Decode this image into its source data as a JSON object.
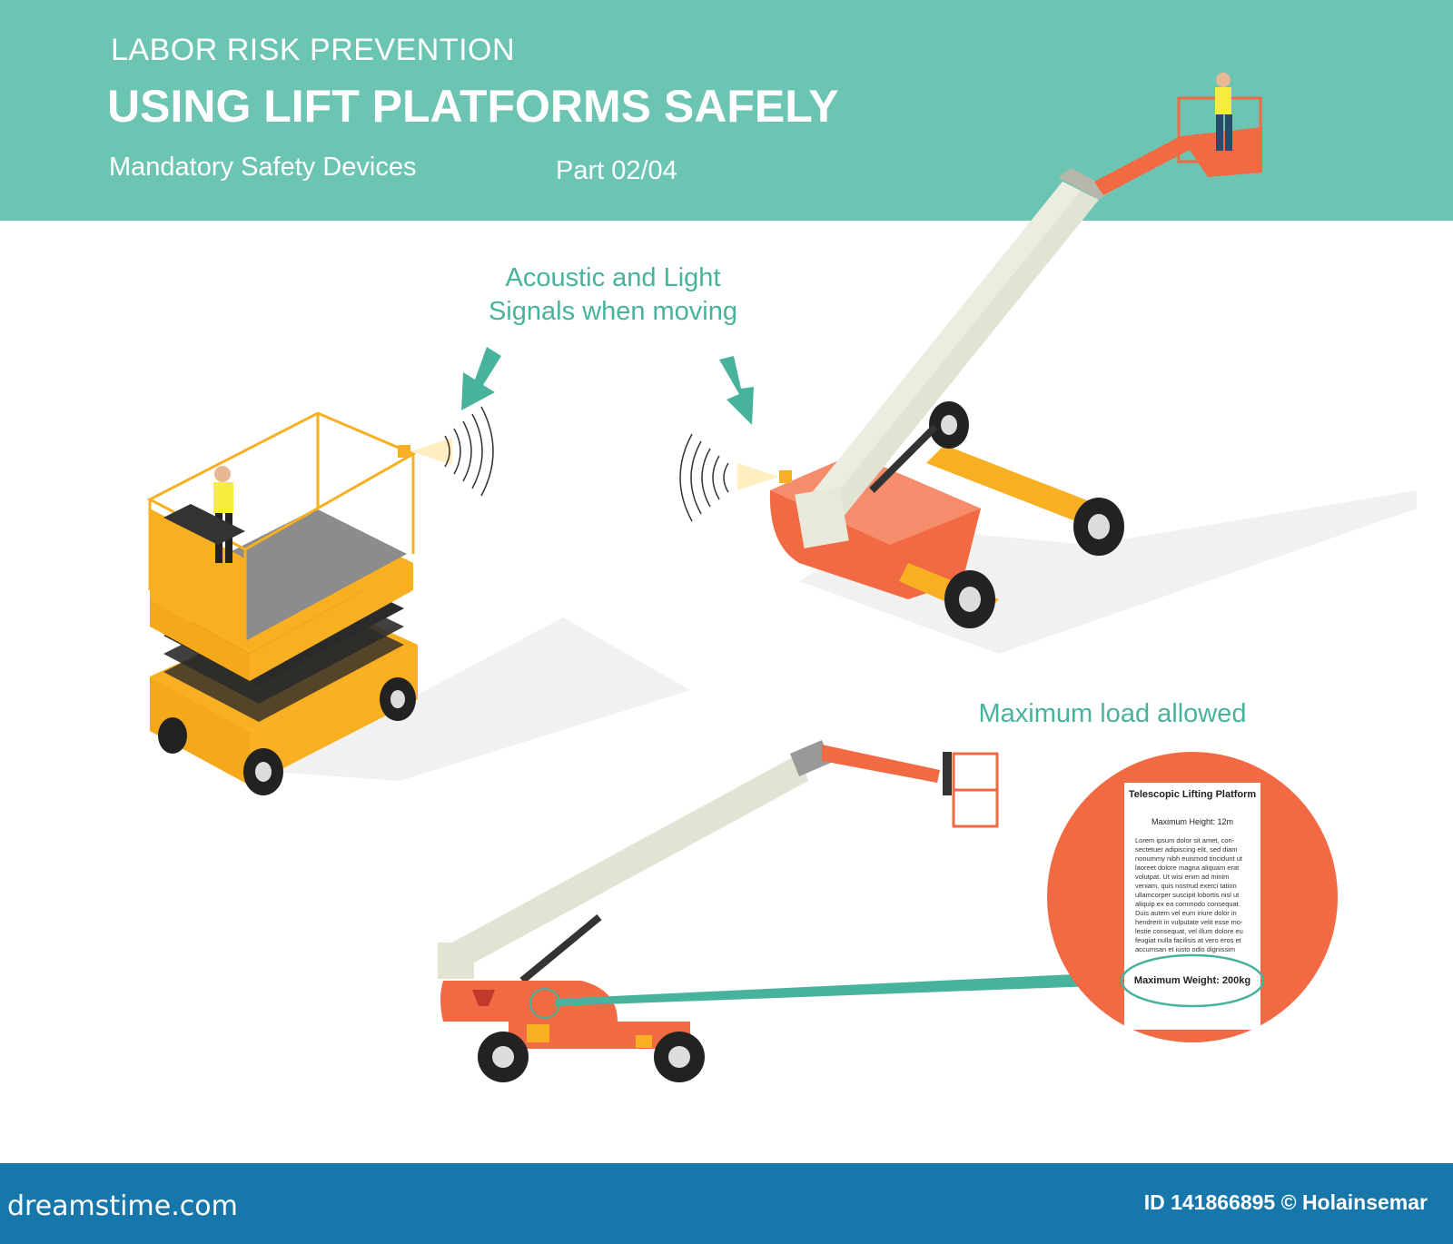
{
  "header": {
    "kicker": "LABOR RISK PREVENTION",
    "title": "USING LIFT PLATFORMS SAFELY",
    "subtitle": "Mandatory Safety Devices",
    "part": "Part 02/04"
  },
  "callouts": {
    "signals_line1": "Acoustic and Light",
    "signals_line2": "Signals when moving",
    "max_load": "Maximum load allowed"
  },
  "label_sheet": {
    "title": "Telescopic Lifting Platform",
    "height": "Maximum Height: 12m",
    "body_lines": [
      "Lorem ipsum dolor sit amet, con-",
      "sectetuer adipiscing elit, sed diam",
      "nonummy nibh euismod tincidunt ut",
      "laoreet dolore magna aliquam erat",
      "volutpat. Ut wisi enim ad minim",
      "veniam, quis nostrud exerci tation",
      "ullamcorper suscipit lobortis nisl ut",
      "aliquip ex ea commodo consequat.",
      "Duis autem vel eum iriure dolor in",
      "hendrerit in vulputate velit esse mo-",
      "lestie consequat, vel illum dolore eu",
      "feugiat nulla facilisis at vero eros et",
      "accumsan et iusto odio dignissim"
    ],
    "weight": "Maximum Weight: 200kg"
  },
  "footer": {
    "logo": "dreamstime.com",
    "id": "ID 141866895 © Holainsemar"
  },
  "colors": {
    "header_bg": "#6cc4b3",
    "accent_text": "#47b39c",
    "footer_bg": "#1777ab",
    "orange": "#f26a43",
    "yellow": "#f8b022",
    "boom": "#e2e4d3"
  }
}
